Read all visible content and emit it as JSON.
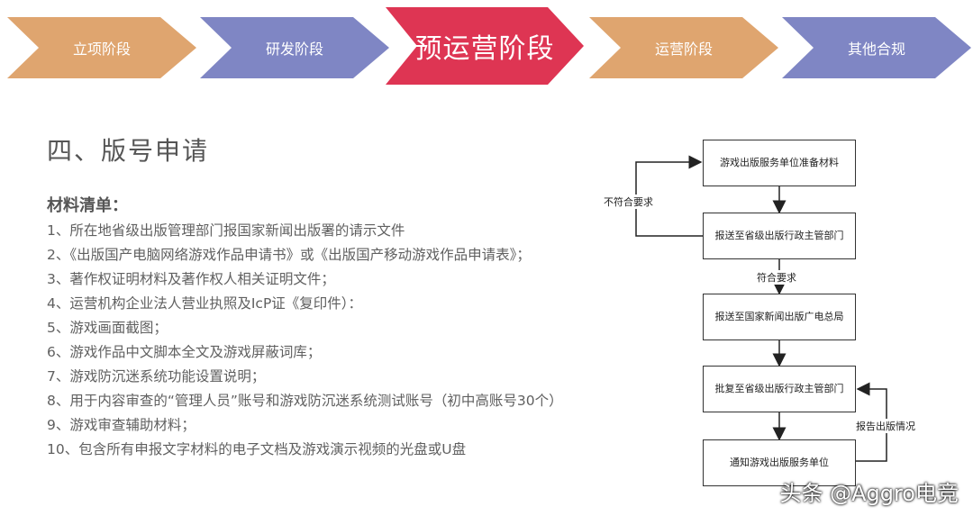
{
  "stages": [
    {
      "label": "立项阶段",
      "color": "#dfa56f",
      "active": false
    },
    {
      "label": "研发阶段",
      "color": "#7f86c4",
      "active": false
    },
    {
      "label": "预运营阶段",
      "color": "#de3553",
      "active": true
    },
    {
      "label": "运营阶段",
      "color": "#dfa56f",
      "active": false
    },
    {
      "label": "其他合规",
      "color": "#7f86c4",
      "active": false
    }
  ],
  "section_title": "四、版号申请",
  "list_heading": "材料清单：",
  "materials": [
    "1、所在地省级出版管理部门报国家新闻出版署的请示文件",
    "2、《出版国产电脑网络游戏作品申请书》或《出版国产移动游戏作品申请表》；",
    "3、著作权证明材料及著作权人相关证明文件；",
    "4、运营机构企业法人营业执照及IcP证《复印件）：",
    "5、游戏画面截图；",
    "6、游戏作品中文脚本全文及游戏屏蔽词库；",
    "7、游戏防沉迷系统功能设置说明；",
    "8、用于内容审查的“管理人员”账号和游戏防沉迷系统测试账号（初中高账号30个）",
    "9、游戏审查辅助材料；",
    "10、包含所有申报文字材料的电子文档及游戏演示视频的光盘或U盘"
  ],
  "flow": {
    "boxes": [
      "游戏出版服务单位准备材料",
      "报送至省级出版行政主管部门",
      "报送至国家新闻出版广电总局",
      "批复至省级出版行政主管部门",
      "通知游戏出版服务单位"
    ],
    "labels": {
      "reject": "不符合要求",
      "accept": "符合要求",
      "report": "报告出版情况"
    }
  },
  "watermark": "头条 @Aggro电竞"
}
